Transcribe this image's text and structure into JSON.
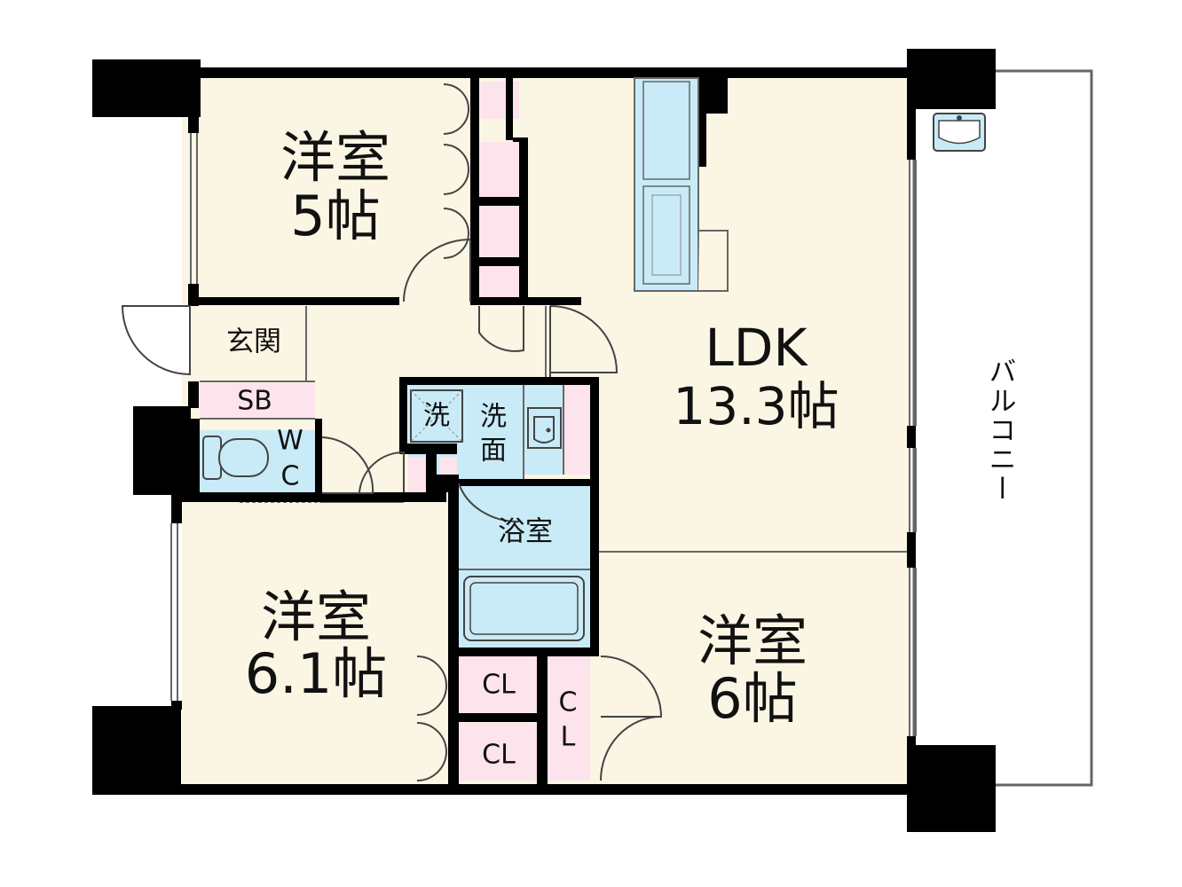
{
  "rooms": {
    "western_5": {
      "name": "洋室",
      "size": "5帖"
    },
    "ldk": {
      "name": "LDK",
      "size": "13.3帖"
    },
    "western_61": {
      "name": "洋室",
      "size": "6.1帖"
    },
    "western_6": {
      "name": "洋室",
      "size": "6帖"
    },
    "entrance": "玄関",
    "shoe_box": "SB",
    "toilet": {
      "line1": "W",
      "line2": "C"
    },
    "laundry": "洗",
    "washroom": {
      "line1": "洗",
      "line2": "面"
    },
    "bathroom": "浴室",
    "closet_1": "CL",
    "closet_2": "CL",
    "closet_3": {
      "line1": "C",
      "line2": "L"
    },
    "balcony": "バルコニー"
  },
  "colors": {
    "room_floor": "#fbf5e4",
    "wet_area": "#c9ebf7",
    "storage": "#fce3ec",
    "wall": "#000000",
    "balcony_floor": "#ffffff"
  }
}
